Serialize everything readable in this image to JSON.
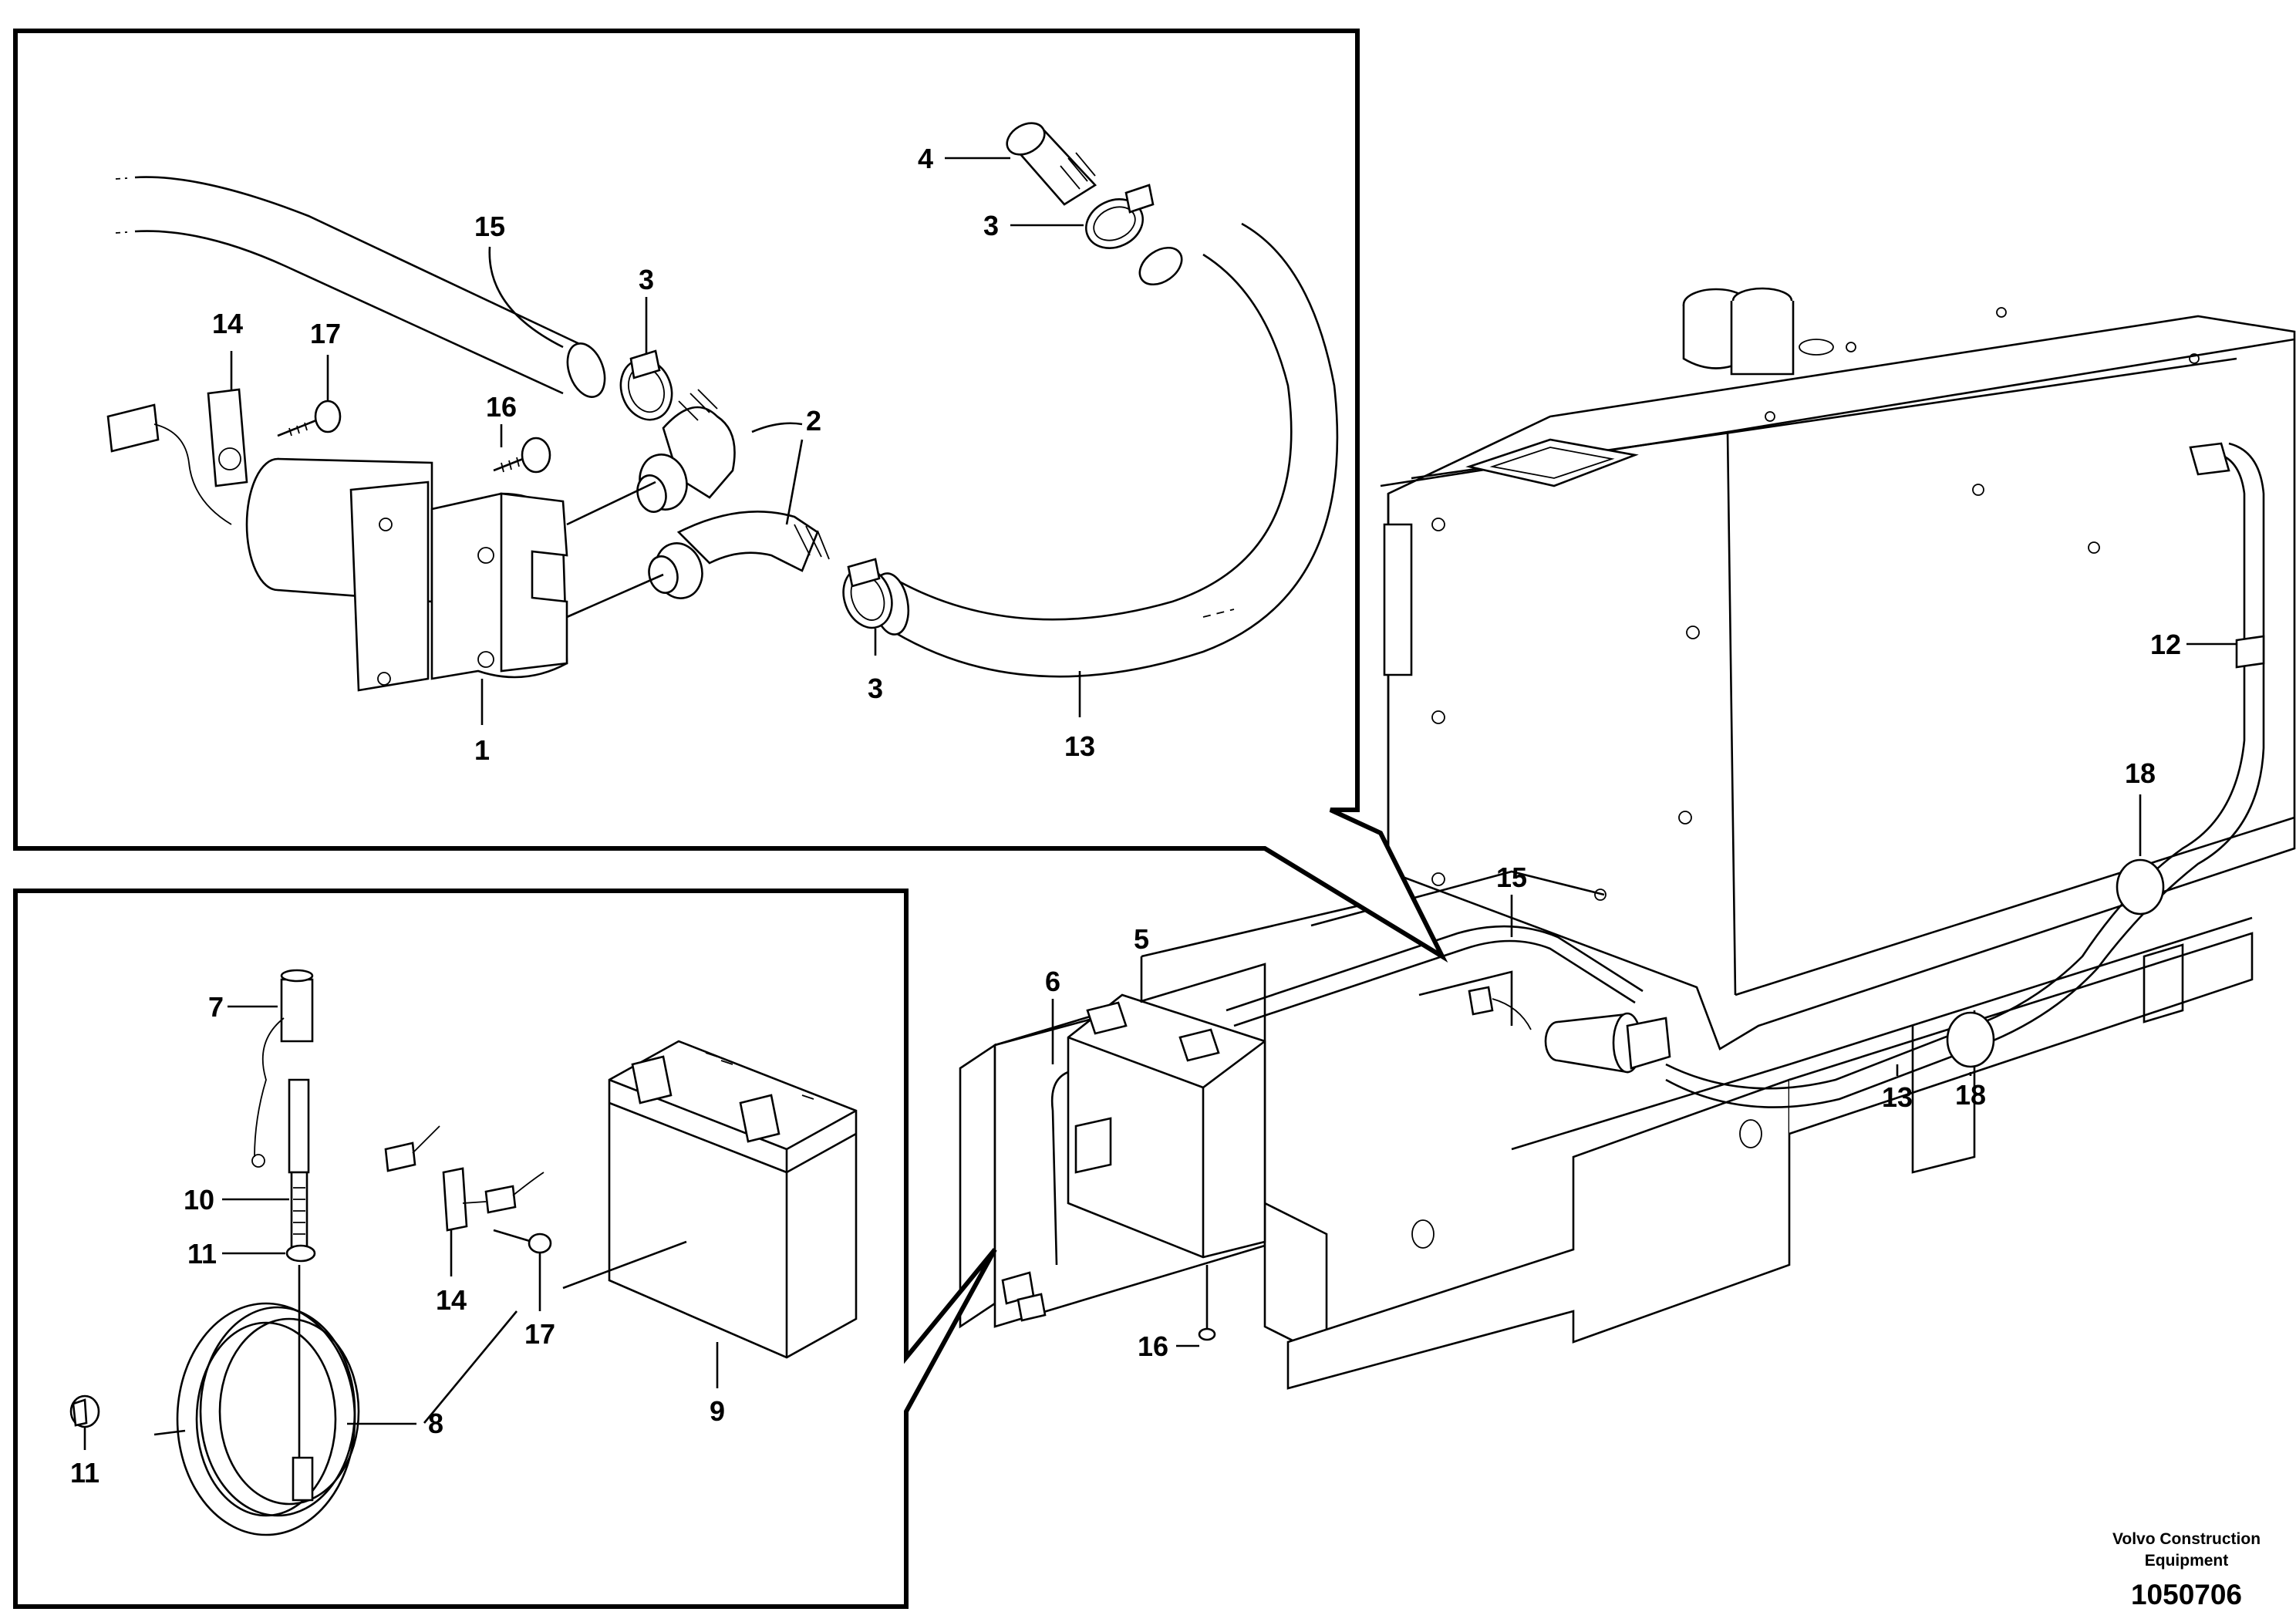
{
  "brand": {
    "line1": "Volvo Construction",
    "line2": "Equipment"
  },
  "drawing_number": "1050706",
  "callouts": {
    "detail_top": [
      "4",
      "3",
      "15",
      "3",
      "2",
      "14",
      "17",
      "16",
      "3",
      "1",
      "13"
    ],
    "detail_bottom": [
      "7",
      "10",
      "11",
      "14",
      "17",
      "8",
      "11",
      "9"
    ],
    "main_view": [
      "15",
      "5",
      "6",
      "12",
      "18",
      "18",
      "13",
      "16"
    ]
  }
}
